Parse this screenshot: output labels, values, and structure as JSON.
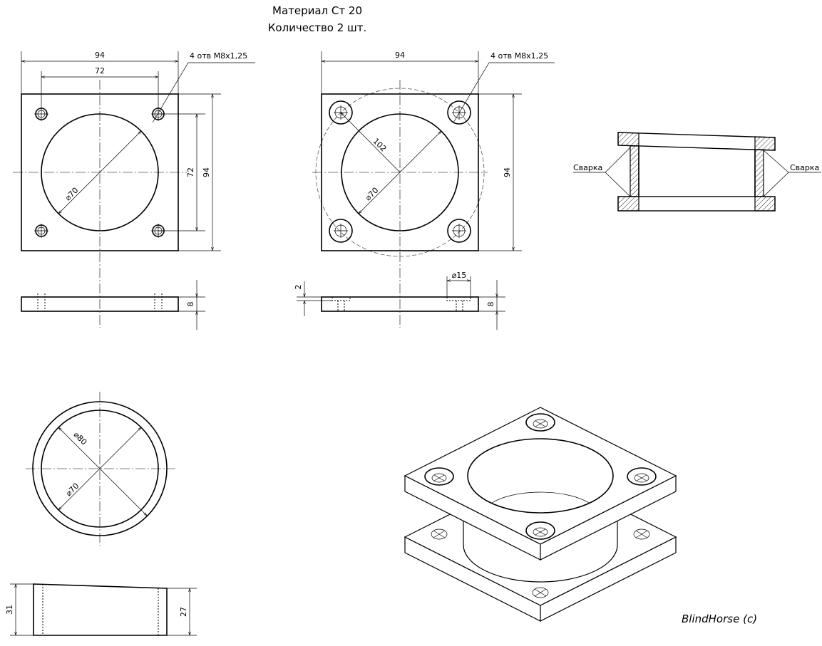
{
  "title": {
    "material": "Материал Ст 20",
    "quantity": "Количество 2 шт."
  },
  "flange_top": {
    "width": "94",
    "hole_spacing": "72",
    "holes_note": "4 отв M8x1,25",
    "bore": "⌀70",
    "height_outer": "94",
    "height_inner": "72",
    "thickness": "8"
  },
  "flange_bottom": {
    "width": "94",
    "holes_note": "4 отв M8x1,25",
    "bolt_circle": "102",
    "bore": "⌀70",
    "height": "94",
    "counterbore": "⌀15",
    "counterbore_depth": "2",
    "thickness": "8"
  },
  "pipe": {
    "outer_d": "⌀80",
    "inner_d": "⌀70",
    "height_long": "31",
    "height_short": "27"
  },
  "assembly": {
    "weld_left": "Сварка",
    "weld_right": "Сварка"
  },
  "signature": "BlindHorse (c)"
}
